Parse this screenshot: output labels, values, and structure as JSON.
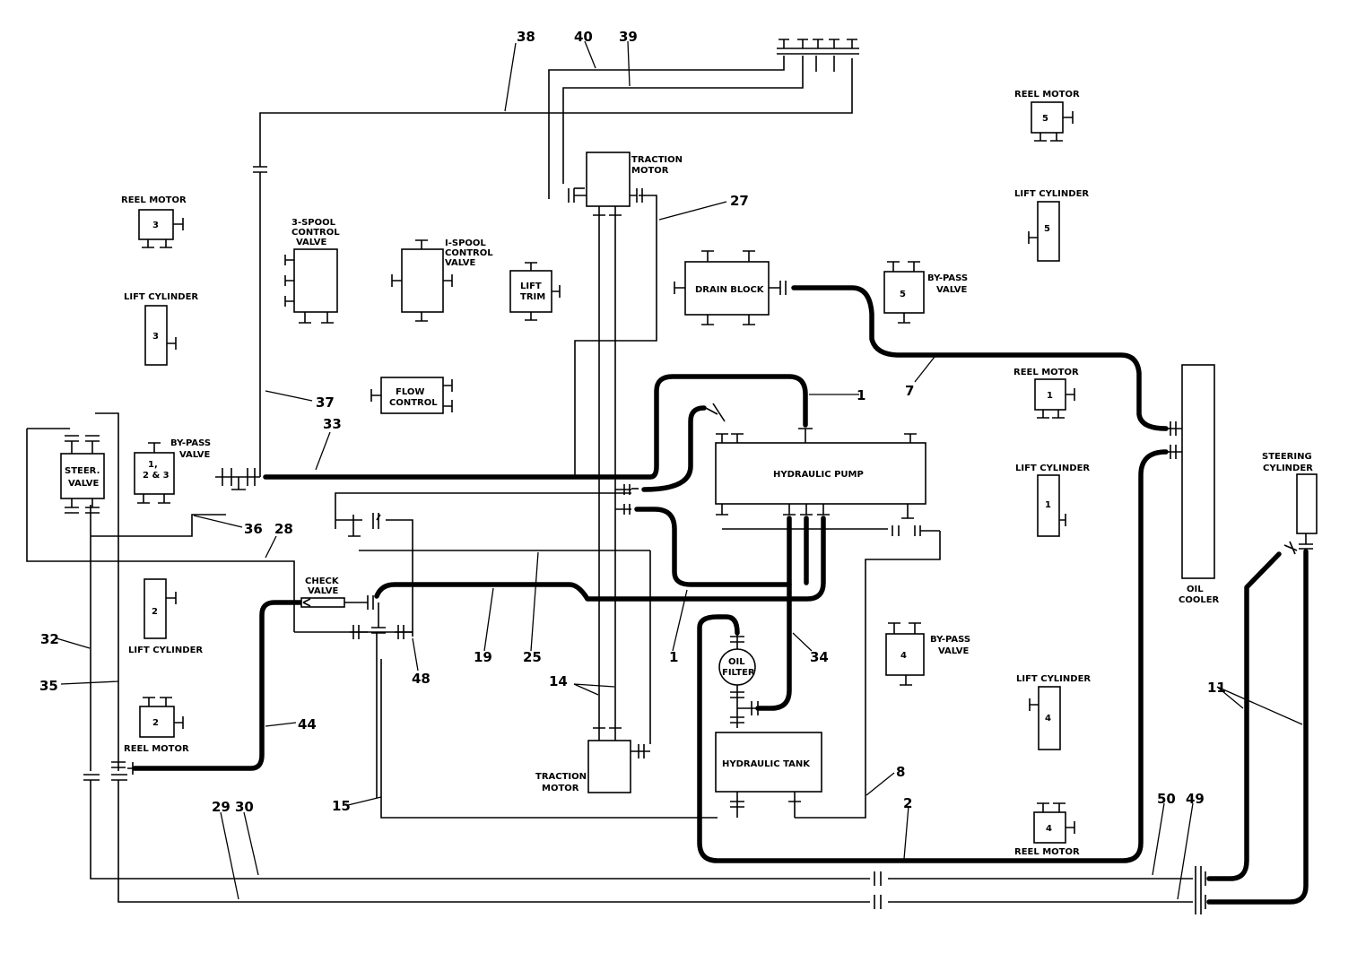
{
  "components": {
    "reel_motor_3": {
      "label": "REEL MOTOR",
      "id": "3"
    },
    "lift_cylinder_3": {
      "label": "LIFT CYLINDER",
      "id": "3"
    },
    "spool3": {
      "label": [
        "3-SPOOL",
        "CONTROL",
        "VALVE"
      ]
    },
    "spool1": {
      "label": [
        "I-SPOOL",
        "CONTROL",
        "VALVE"
      ]
    },
    "lift_trim": {
      "label": [
        "LIFT",
        "TRIM"
      ]
    },
    "flow_control": {
      "label": [
        "FLOW",
        "CONTROL"
      ]
    },
    "traction_motor_top": {
      "label": [
        "TRACTION",
        "MOTOR"
      ]
    },
    "drain_block": {
      "label": "DRAIN BLOCK"
    },
    "bypass_5": {
      "label": [
        "BY-PASS",
        "VALVE"
      ],
      "id": "5"
    },
    "reel_motor_5": {
      "label": "REEL MOTOR",
      "id": "5"
    },
    "lift_cylinder_5": {
      "label": "LIFT CYLINDER",
      "id": "5"
    },
    "reel_motor_1": {
      "label": "REEL MOTOR",
      "id": "1"
    },
    "lift_cylinder_1": {
      "label": "LIFT CYLINDER",
      "id": "1"
    },
    "steer_valve": {
      "label": [
        "STEER.",
        "VALVE"
      ]
    },
    "bypass_123": {
      "label": [
        "BY-PASS",
        "VALVE"
      ],
      "id": [
        "1,",
        "2 & 3"
      ]
    },
    "hydraulic_pump": {
      "label": "HYDRAULIC PUMP"
    },
    "oil_cooler": {
      "label": [
        "OIL",
        "COOLER"
      ]
    },
    "steering_cylinder": {
      "label": [
        "STEERING",
        "CYLINDER"
      ]
    },
    "check_valve": {
      "label": [
        "CHECK",
        "VALVE"
      ]
    },
    "lift_cylinder_2": {
      "label": "LIFT CYLINDER",
      "id": "2"
    },
    "reel_motor_2": {
      "label": "REEL MOTOR",
      "id": "2"
    },
    "oil_filter": {
      "label": [
        "OIL",
        "FILTER"
      ]
    },
    "traction_motor_bottom": {
      "label": [
        "TRACTION",
        "MOTOR"
      ]
    },
    "hydraulic_tank": {
      "label": "HYDRAULIC TANK"
    },
    "bypass_4": {
      "label": [
        "BY-PASS",
        "VALVE"
      ],
      "id": "4"
    },
    "lift_cylinder_4": {
      "label": "LIFT CYLINDER",
      "id": "4"
    },
    "reel_motor_4": {
      "label": "REEL MOTOR",
      "id": "4"
    }
  },
  "callouts": [
    "38",
    "40",
    "39",
    "27",
    "37",
    "33",
    "36",
    "28",
    "1",
    "7",
    "32",
    "35",
    "44",
    "48",
    "19",
    "25",
    "1",
    "34",
    "14",
    "15",
    "8",
    "2",
    "29",
    "30",
    "50",
    "49",
    "11"
  ]
}
